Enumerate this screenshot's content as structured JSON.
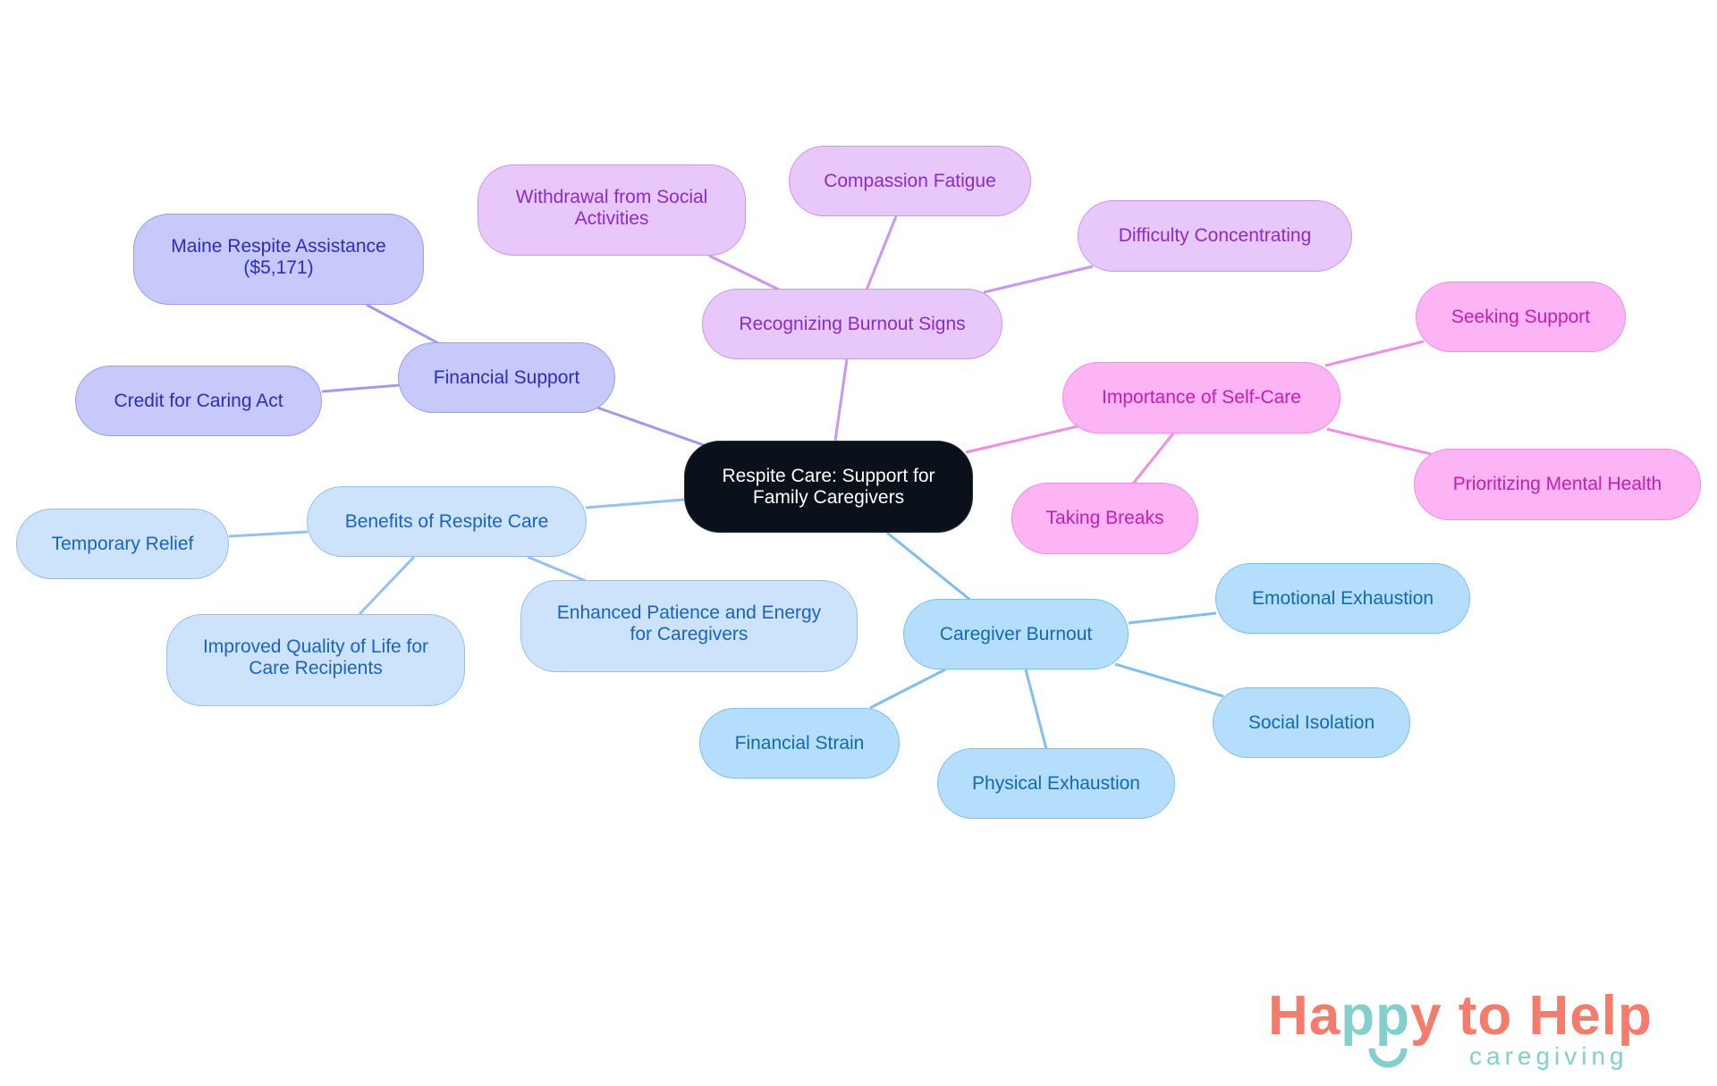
{
  "diagram": {
    "type": "mind-map",
    "root": {
      "id": "root",
      "label_lines": [
        "Respite Care: Support for",
        "Family Caregivers"
      ]
    },
    "branches": [
      {
        "id": "financial",
        "label_lines": [
          "Financial Support"
        ],
        "color": "#c8c9fb",
        "children": [
          {
            "id": "maine",
            "label_lines": [
              "Maine Respite Assistance",
              "($5,171)"
            ]
          },
          {
            "id": "credit",
            "label_lines": [
              "Credit for Caring Act"
            ]
          }
        ]
      },
      {
        "id": "burnout_signs",
        "label_lines": [
          "Recognizing Burnout Signs"
        ],
        "color": "#e8c8fb",
        "children": [
          {
            "id": "withdrawal",
            "label_lines": [
              "Withdrawal from Social",
              "Activities"
            ]
          },
          {
            "id": "compassion",
            "label_lines": [
              "Compassion Fatigue"
            ]
          },
          {
            "id": "difficulty",
            "label_lines": [
              "Difficulty Concentrating"
            ]
          }
        ]
      },
      {
        "id": "selfcare",
        "label_lines": [
          "Importance of Self-Care"
        ],
        "color": "#fcb4f4",
        "children": [
          {
            "id": "seeking",
            "label_lines": [
              "Seeking Support"
            ]
          },
          {
            "id": "mental",
            "label_lines": [
              "Prioritizing Mental Health"
            ]
          },
          {
            "id": "breaks",
            "label_lines": [
              "Taking Breaks"
            ]
          }
        ]
      },
      {
        "id": "caregiver_burnout",
        "label_lines": [
          "Caregiver Burnout"
        ],
        "color": "#b4defc",
        "children": [
          {
            "id": "emotional",
            "label_lines": [
              "Emotional Exhaustion"
            ]
          },
          {
            "id": "social",
            "label_lines": [
              "Social Isolation"
            ]
          },
          {
            "id": "physical",
            "label_lines": [
              "Physical Exhaustion"
            ]
          },
          {
            "id": "strain",
            "label_lines": [
              "Financial Strain"
            ]
          }
        ]
      },
      {
        "id": "benefits",
        "label_lines": [
          "Benefits of Respite Care"
        ],
        "color": "#cde3fb",
        "children": [
          {
            "id": "relief",
            "label_lines": [
              "Temporary Relief"
            ]
          },
          {
            "id": "quality",
            "label_lines": [
              "Improved Quality of Life for",
              "Care Recipients"
            ]
          },
          {
            "id": "patience",
            "label_lines": [
              "Enhanced Patience and Energy",
              "for Caregivers"
            ]
          }
        ]
      }
    ],
    "edge_colors": {
      "financial": "#9b9cf0",
      "burnout_signs": "#cc96f0",
      "selfcare": "#ef8ee2",
      "caregiver_burnout": "#7fbfef",
      "benefits": "#94c1f0"
    }
  },
  "logo": {
    "part1": "Ha",
    "part2": "pp",
    "part3": "y to Help",
    "subtitle": "caregiving",
    "primary_color": "#f47c6c",
    "secondary_color": "#82cfcc"
  }
}
